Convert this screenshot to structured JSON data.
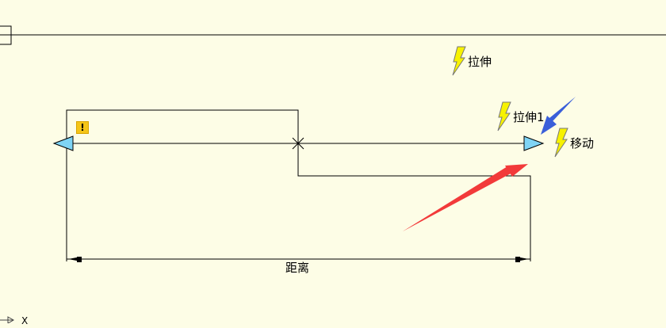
{
  "canvas": {
    "background": "#fdfde6",
    "line_color": "#000000"
  },
  "parameters": {
    "stretch": {
      "label": "拉伸",
      "icon": "lightning-icon"
    },
    "stretch1": {
      "label": "拉伸1",
      "icon": "lightning-icon"
    },
    "move": {
      "label": "移动",
      "icon": "lightning-icon"
    }
  },
  "dimension": {
    "label": "距离"
  },
  "warning": {
    "icon": "warning-icon",
    "glyph": "!"
  },
  "ucs": {
    "axis_label": "X"
  },
  "annotations": {
    "red_arrow_color": "#f23a3a",
    "blue_arrow_color": "#3a5fd9",
    "grip_color": "#7fd4f5"
  }
}
